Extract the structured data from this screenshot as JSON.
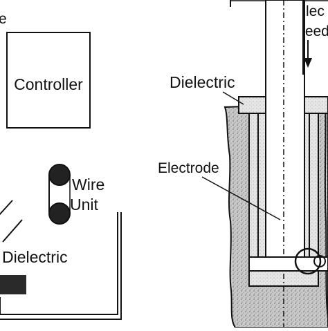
{
  "colors": {
    "ink": "#111111",
    "insulator_fill": "#bdbdbd",
    "paper": "#ffffff"
  },
  "left_panel": {
    "top_left_fragment": "e",
    "controller_label": "Controller",
    "wire_unit_line1": "Wire",
    "wire_unit_line2": "Unit",
    "dielectric_label": "Dielectric"
  },
  "right_panel": {
    "top_label_line1": "Elec",
    "top_label_line2": "Feed",
    "dielectric_label": "Dielectric",
    "electrode_label": "Electrode"
  }
}
